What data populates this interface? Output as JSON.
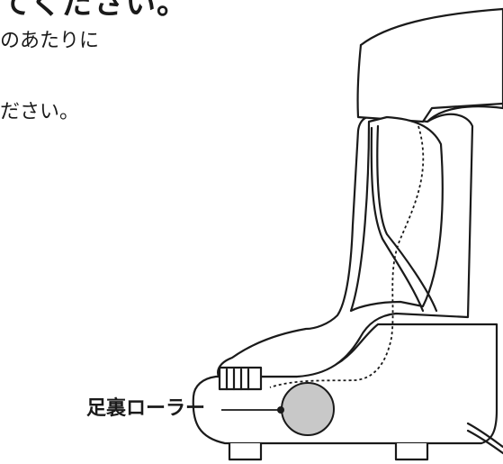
{
  "instructions": {
    "heading_fragment": "てください。",
    "line_1_fragment": "のあたりに",
    "line_2_fragment": "ださい。"
  },
  "callout": {
    "label": "足裏ローラー"
  },
  "colors": {
    "text": "#1a1a1a",
    "line": "#1a1a1a",
    "roller_fill": "#c8c8c8"
  }
}
